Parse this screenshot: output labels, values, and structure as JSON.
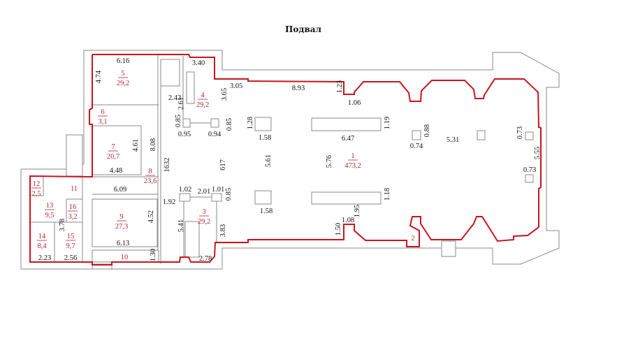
{
  "title": "Подвал",
  "colors": {
    "outline": "#c8141e",
    "room_label": "#b3262b",
    "walls": "#8a8a8a"
  },
  "rooms": [
    {
      "number": "1",
      "area": "473,2"
    },
    {
      "number": "2",
      "area": ""
    },
    {
      "number": "3",
      "area": "29,2"
    },
    {
      "number": "4",
      "area": "29,2"
    },
    {
      "number": "5",
      "area": "29,2"
    },
    {
      "number": "6",
      "area": "3,1"
    },
    {
      "number": "7",
      "area": "20,7"
    },
    {
      "number": "8",
      "area": "23,6"
    },
    {
      "number": "9",
      "area": "27,3"
    },
    {
      "number": "10",
      "area": ""
    },
    {
      "number": "11",
      "area": ""
    },
    {
      "number": "12",
      "area": "2,5"
    },
    {
      "number": "13",
      "area": "9,5"
    },
    {
      "number": "14",
      "area": "8,4"
    },
    {
      "number": "15",
      "area": "9,7"
    },
    {
      "number": "16",
      "area": "3,2"
    }
  ],
  "dimensions": [
    "6.16",
    "4.74",
    "3.40",
    "2.43",
    "2.61",
    "3.65",
    "3.05",
    "8.93",
    "1.23",
    "1.06",
    "0.85",
    "0.95",
    "0.94",
    "0.85",
    "1.28",
    "1.58",
    "6.47",
    "1.19",
    "0.88",
    "0.74",
    "5.31",
    "0.73",
    "5.55",
    "0.73",
    "4.61",
    "8.08",
    "4.48",
    "1632",
    "617",
    "5.61",
    "5.76",
    "6.09",
    "1.02",
    "2.01",
    "1.01",
    "0.85",
    "1.92",
    "1.58",
    "1.18",
    "1.95",
    "1.08",
    "1.50",
    "4.52",
    "5.41",
    "3.83",
    "3.78",
    "6.13",
    "1.30",
    "2.23",
    "2.56",
    "2.78"
  ]
}
